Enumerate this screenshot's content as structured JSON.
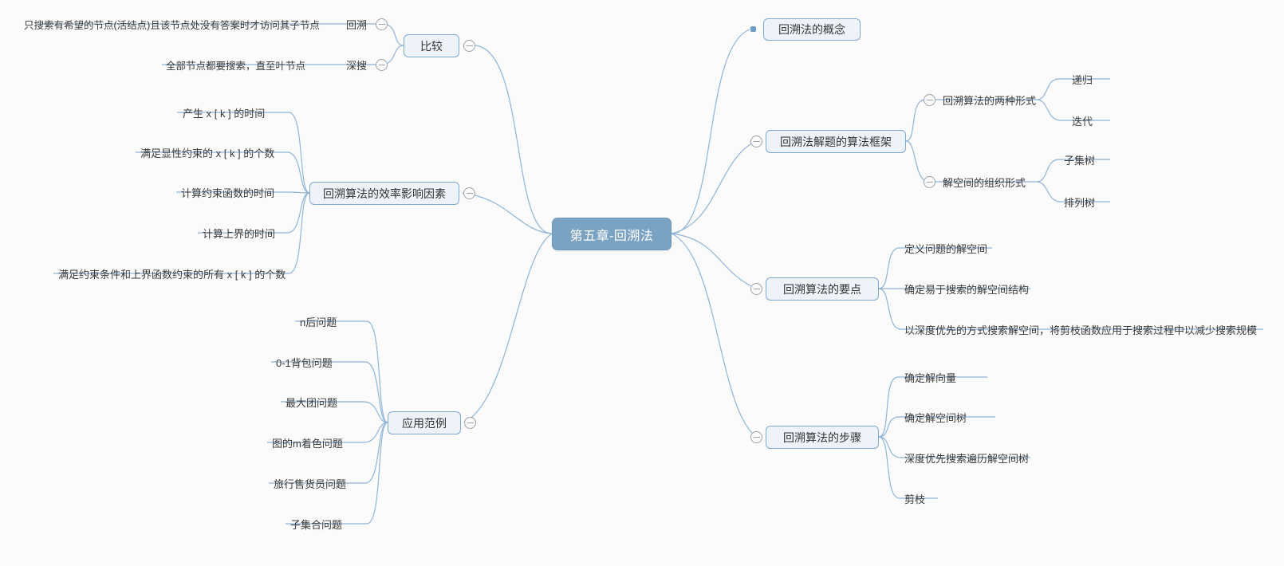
{
  "document": {
    "type": "mindmap",
    "title": "第五章-回溯法",
    "background_color": "#fbfbfb",
    "accent_color": "#7aa2c2",
    "edge_color": "#8fb4d6",
    "node_border_color": "#7fa8d4",
    "node_fill_color": "#eef3fa",
    "toggle_icon": "collapse-minus-icon"
  },
  "root": {
    "label": "第五章-回溯法"
  },
  "left": {
    "branches": [
      {
        "label": "比较",
        "children": [
          {
            "label": "回溯",
            "detail": "只搜索有希望的节点(活结点)且该节点处没有答案时才访问其子节点"
          },
          {
            "label": "深搜",
            "detail": "全部节点都要搜索，直至叶节点"
          }
        ]
      },
      {
        "label": "回溯算法的效率影响因素",
        "children": [
          {
            "label": "产生 x [ k ] 的时间"
          },
          {
            "label": "满足显性约束的 x [ k ] 的个数"
          },
          {
            "label": "计算约束函数的时间"
          },
          {
            "label": "计算上界的时间"
          },
          {
            "label": "满足约束条件和上界函数约束的所有 x [ k ] 的个数"
          }
        ]
      },
      {
        "label": "应用范例",
        "children": [
          {
            "label": "n后问题"
          },
          {
            "label": "0-1背包问题"
          },
          {
            "label": "最大团问题"
          },
          {
            "label": "图的m着色问题"
          },
          {
            "label": "旅行售货员问题"
          },
          {
            "label": "子集合问题"
          }
        ]
      }
    ]
  },
  "right": {
    "branches": [
      {
        "label": "回溯法的概念",
        "children": []
      },
      {
        "label": "回溯法解题的算法框架",
        "children": [
          {
            "label": "回溯算法的两种形式",
            "children": [
              {
                "label": "递归"
              },
              {
                "label": "迭代"
              }
            ]
          },
          {
            "label": "解空间的组织形式",
            "children": [
              {
                "label": "子集树"
              },
              {
                "label": "排列树"
              }
            ]
          }
        ]
      },
      {
        "label": "回溯算法的要点",
        "children": [
          {
            "label": "定义问题的解空间"
          },
          {
            "label": "确定易于搜索的解空间结构"
          },
          {
            "label": "以深度优先的方式搜索解空间，将剪枝函数应用于搜索过程中以减少搜索规模"
          }
        ]
      },
      {
        "label": "回溯算法的步骤",
        "children": [
          {
            "label": "确定解向量"
          },
          {
            "label": "确定解空间树"
          },
          {
            "label": "深度优先搜索遍历解空间树"
          },
          {
            "label": "剪枝"
          }
        ]
      }
    ]
  }
}
